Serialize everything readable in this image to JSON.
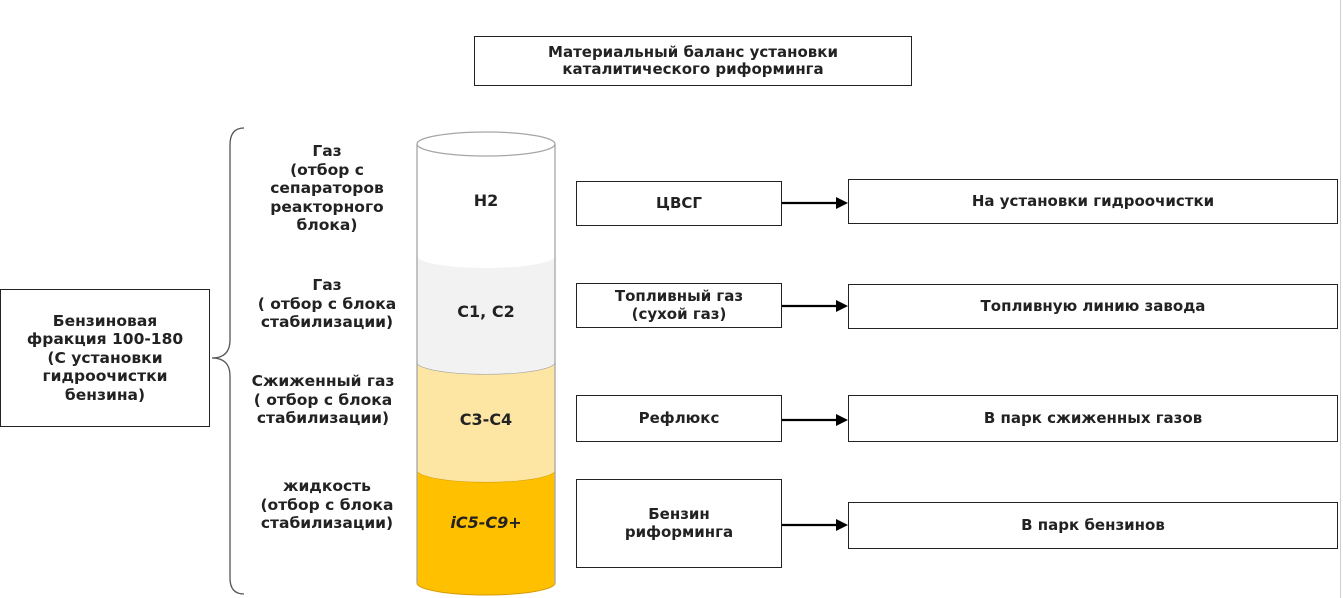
{
  "title": {
    "line1": "Материальный баланс установки",
    "line2": "каталитического риформинга"
  },
  "source": {
    "lines": [
      "Бензиновая",
      "фракция 100-180",
      "(С установки",
      "гидроочистки",
      "бензина)"
    ]
  },
  "levels": [
    {
      "label_lines": [
        "Газ",
        "(отбор с",
        "сепараторов",
        "реакторного",
        "блока)"
      ],
      "component": "H2",
      "product_lines": [
        "ЦВСГ"
      ],
      "destination": "На установки гидроочистки",
      "color": "#ffffff"
    },
    {
      "label_lines": [
        "Газ",
        "( отбор с блока",
        "стабилизации)"
      ],
      "component": "C1, C2",
      "product_lines": [
        "Топливный газ",
        "(сухой газ)"
      ],
      "destination": "Топливную линию завода",
      "color": "#f2f2f2"
    },
    {
      "label_lines": [
        "Сжиженный газ",
        "( отбор с блока",
        "стабилизации)"
      ],
      "component": "C3-C4",
      "product_lines": [
        "Рефлюкс"
      ],
      "destination": "В парк сжиженных газов",
      "color": "#fde5a3"
    },
    {
      "label_lines": [
        "жидкость",
        "(отбор с блока",
        "стабилизации)"
      ],
      "component": "iC5-C9+",
      "product_lines": [
        "Бензин",
        "риформинга"
      ],
      "destination": "В парк бензинов",
      "color": "#ffc000"
    }
  ],
  "colors": {
    "outline": "#a6a6a6",
    "stroke": "#222222",
    "band_gas": "#f2f2f2",
    "band_lpg": "#fde5a3",
    "band_liquid": "#ffc000",
    "band_liquid_top": "#f5b800"
  }
}
